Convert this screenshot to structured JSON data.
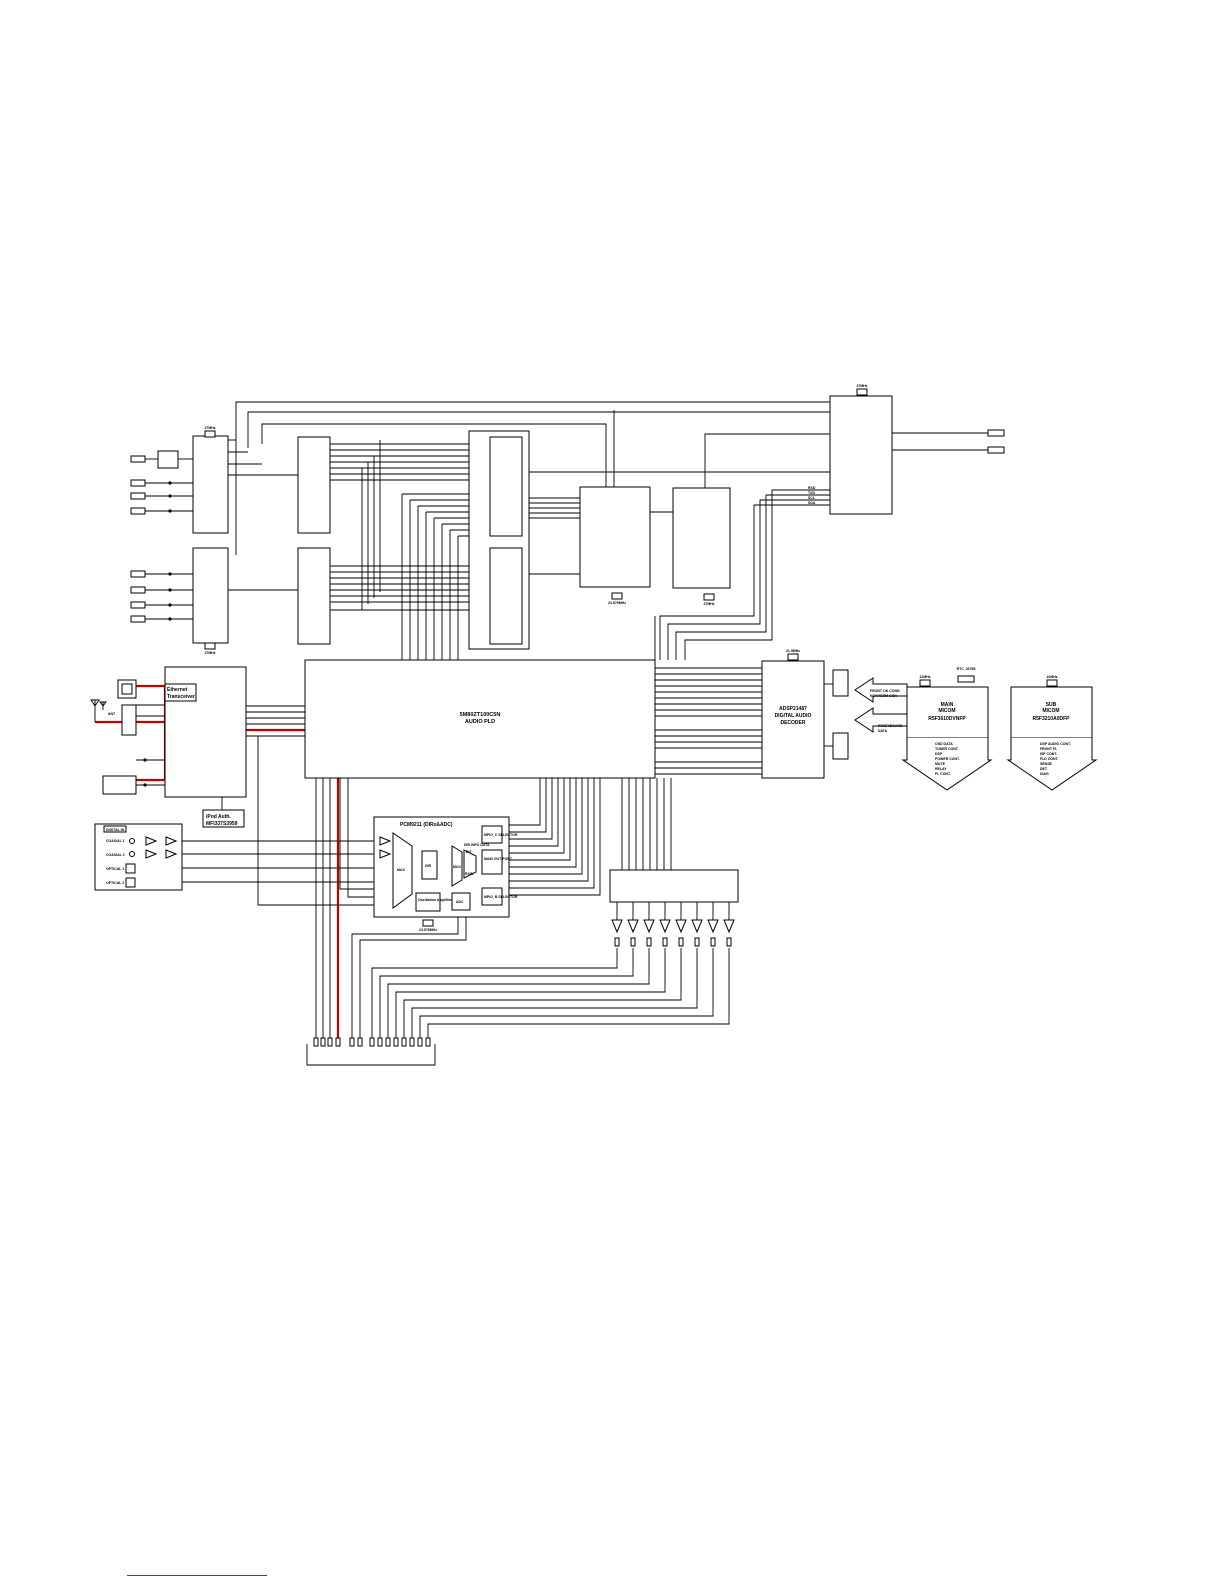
{
  "labels": {
    "audio_pld_part": "5M80ZT100C5N",
    "audio_pld_name": "AUDIO PLD",
    "dsp_part": "ADSP21487",
    "dsp_line1": "DIGITAL AUDIO",
    "dsp_line2": "DECODER",
    "main_micom_line1": "MAIN",
    "main_micom_line2": "MICOM",
    "main_micom_part": "R5F3610DVNFP",
    "sub_micom_line1": "SUB",
    "sub_micom_line2": "MICOM",
    "sub_micom_part": "R5F3210A0DFP",
    "ethernet_line1": "Ethernet",
    "ethernet_line2": "Transceiver",
    "ipod_line1": "iPod Auth.",
    "ipod_line2": "MFI337S3959",
    "pcm_title": "PCM9211 (DIRx&ADC)",
    "digital_in": "DIGITAL IN",
    "coaxial1": "COAXIAL 1",
    "coaxial2": "COAXIAL 2",
    "optical1": "OPTICAL 1",
    "optical2": "OPTICAL 2",
    "pcm_mux1": "MUX",
    "pcm_dir": "DIR",
    "pcm_mux2": "MUX",
    "pcm_dit": "DIT",
    "pcm_adc": "ADC",
    "pcm_osc": "Oscillation Amplifier",
    "pcm_main_out": "MAIN OUT PORT",
    "pcm_mpio_c": "MPIO_C SELECTOR",
    "pcm_mpio_b": "MPIO_B SELECTOR",
    "pcm_dir_info": "DIR INFO DATA",
    "pcm_rxin": "RXIN",
    "xtal_top": "27MHz",
    "xtal_tuner1": "27MHz",
    "xtal_tuner2": "27MHz",
    "xtal_dsp": "21.5MHz",
    "xtal_pcm": "24.576MHz",
    "xtal_codec1": "24.576MHz",
    "xtal_codec2": "27MHz",
    "xtal_main": "12MHz",
    "xtal_sub": "10MHz",
    "rtc_label": "RTC_32768",
    "front_in_1": "FRONT OK CONN",
    "front_in_2": "KEY/TERM CON",
    "remote_in_1": "IR/KEYBOARD",
    "remote_in_2": "DATA",
    "antenna_label": "ANT",
    "mcu_right_1": "RXD",
    "mcu_right_2": "TXD",
    "mcu_right_3": "SCL",
    "mcu_right_4": "SDA",
    "main_out": [
      "OSD DATA",
      "TUNER CONT.",
      "DSP",
      "POWER CONT.",
      "MUTE",
      "RELAY",
      "FL CONT."
    ],
    "sub_out": [
      "DSP AUDIO CONT.",
      "FRONT FL",
      "ISP CONT.",
      "FLD CONT.",
      "SENSE",
      "DET.",
      "DIAG"
    ]
  },
  "colors": {
    "line": "#000000",
    "highlight": "#c00000",
    "page": "#ffffff",
    "link": "#2a3fd0"
  }
}
